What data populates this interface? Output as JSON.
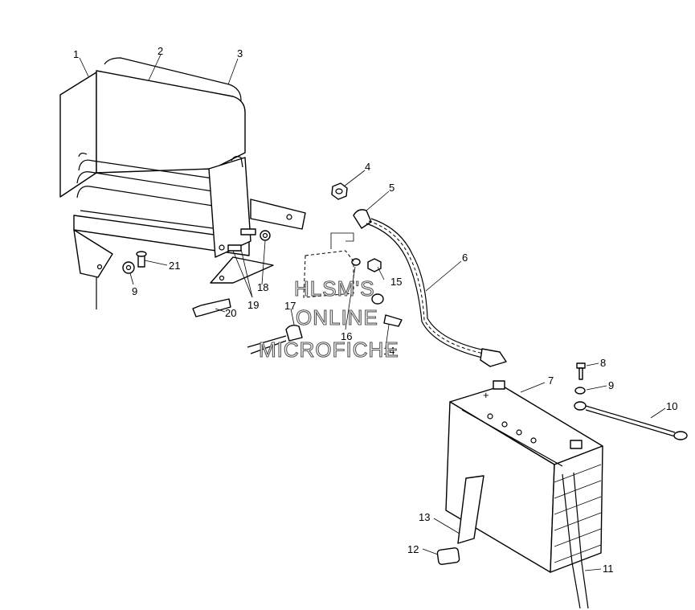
{
  "callouts": {
    "c1": "1",
    "c2": "2",
    "c3": "3",
    "c4": "4",
    "c5": "5",
    "c6": "6",
    "c7": "7",
    "c8": "8",
    "c9a": "9",
    "c9b": "9",
    "c10": "10",
    "c11": "11",
    "c12": "12",
    "c13": "13",
    "c14": "14",
    "c15": "15",
    "c16": "16",
    "c17": "17",
    "c18": "18",
    "c19": "19",
    "c20": "20",
    "c21": "21"
  },
  "battery": {
    "terminal_plus": "+"
  },
  "watermark": {
    "line1": "HLSM'S",
    "line2": "ONLINE",
    "line3": "MICROFICHE"
  }
}
